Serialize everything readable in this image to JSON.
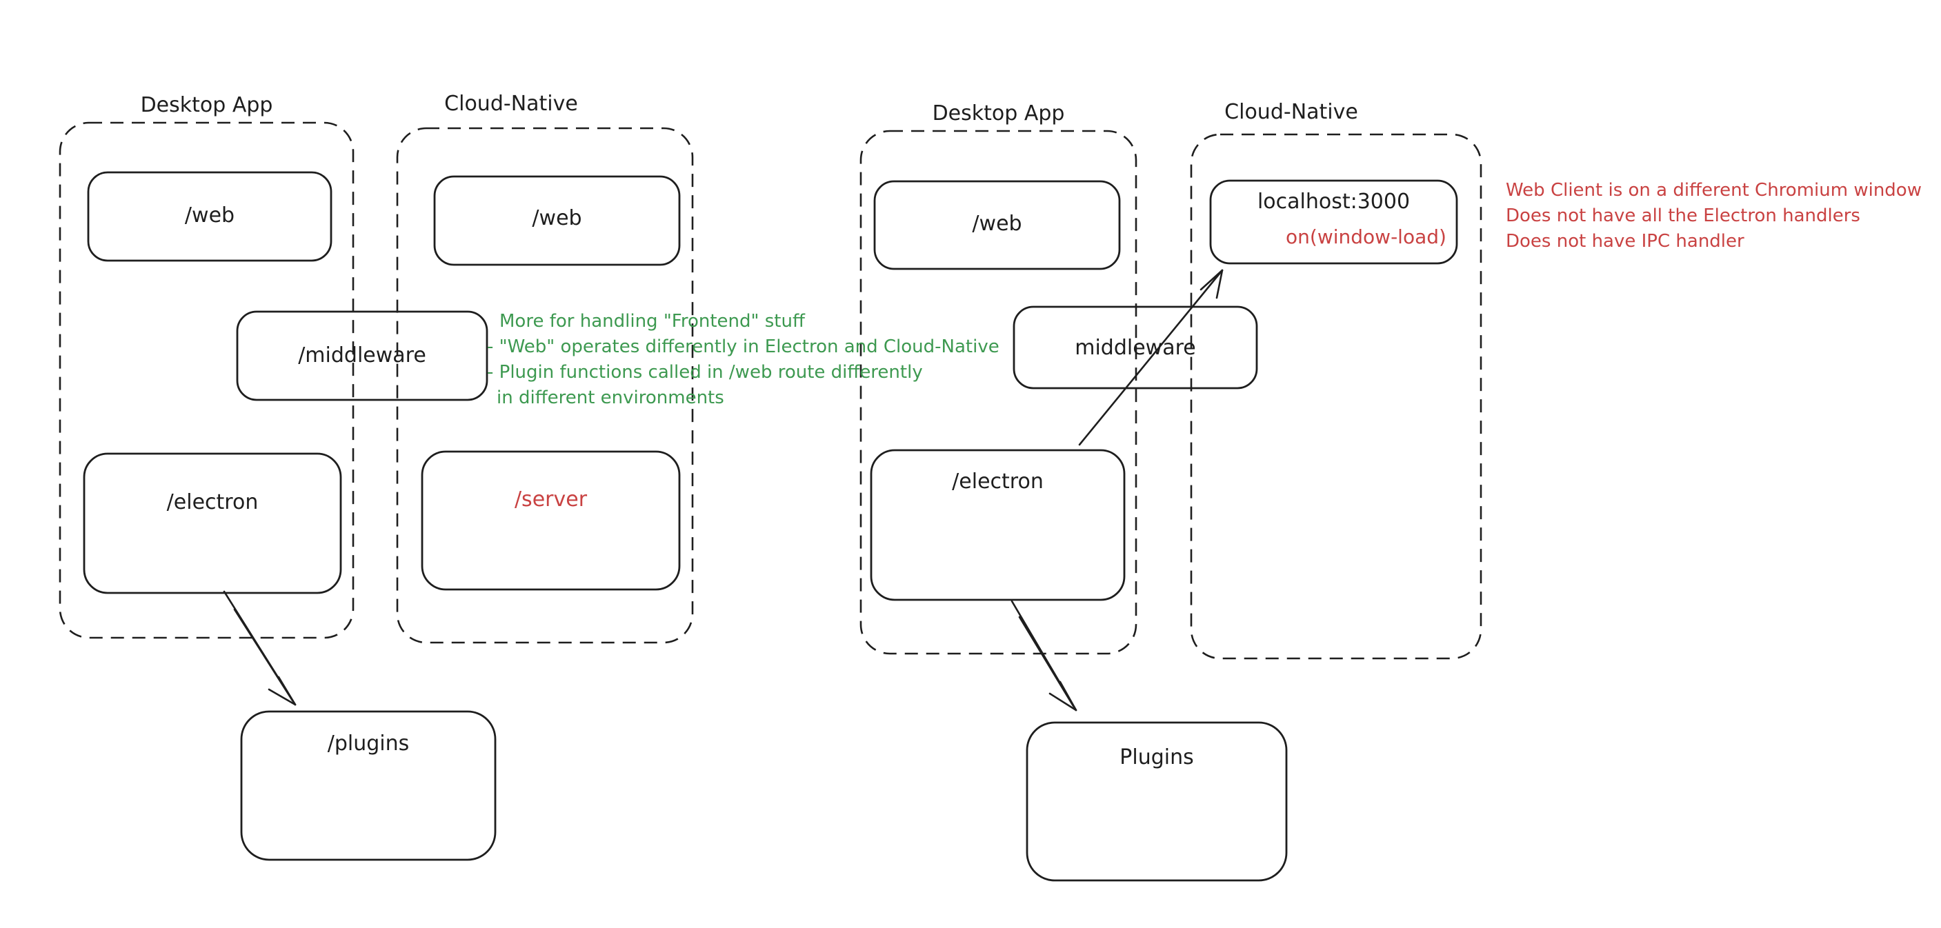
{
  "colors": {
    "stroke": "#1e1e1e",
    "annotation_green": "#3d9950",
    "annotation_red": "#c94242",
    "background": "#ffffff"
  },
  "left_diagram": {
    "desktop_app_label": "Desktop App",
    "cloud_native_label": "Cloud-Native",
    "web_desktop_label": "/web",
    "web_cloud_label": "/web",
    "middleware_label": "/middleware",
    "electron_label": "/electron",
    "server_label": "/server",
    "plugins_label": "/plugins",
    "annotation_lines": [
      "More for handling \"Frontend\" stuff",
      "- \"Web\" operates differently in Electron and Cloud-Native",
      "- Plugin functions called in /web route differently",
      "in different environments"
    ]
  },
  "right_diagram": {
    "desktop_app_label": "Desktop App",
    "cloud_native_label": "Cloud-Native",
    "web_label": "/web",
    "localhost_label": "localhost:3000",
    "localhost_event_label": "on(window-load)",
    "middleware_label": "middleware",
    "electron_label": "/electron",
    "plugins_label": "Plugins",
    "annotation_lines": [
      "Web Client is on a different Chromium window",
      "Does not have all the Electron handlers",
      "Does not have IPC handler"
    ]
  }
}
